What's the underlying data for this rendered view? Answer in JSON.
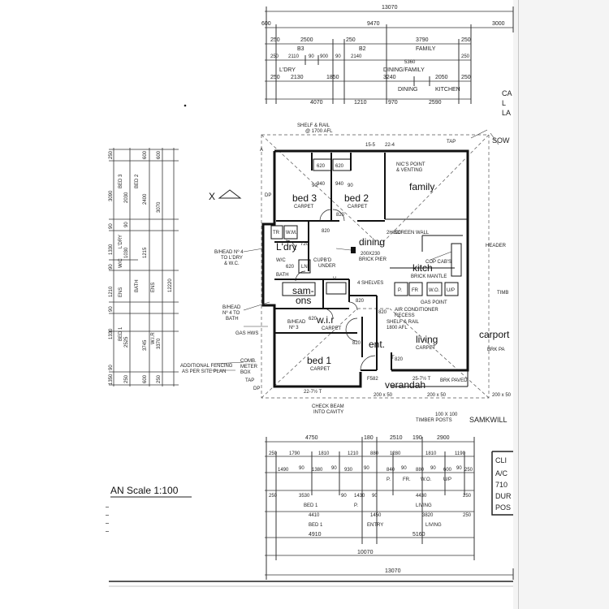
{
  "top_dims": {
    "r1": [
      "13070"
    ],
    "r2": [
      "600",
      "9470",
      "3000"
    ],
    "r3": [
      "250",
      "2500",
      "250",
      "3790",
      "250"
    ],
    "r3b": [
      "B3",
      "B2",
      "FAMILY"
    ],
    "r4": [
      "250",
      "2110",
      "90",
      "900",
      "90",
      "2140",
      "250"
    ],
    "r4b": [
      "5360"
    ],
    "r4c": [
      "L'DRY",
      "DINING/FAMILY"
    ],
    "r5": [
      "250",
      "2130",
      "1850",
      "3240",
      "2050",
      "250"
    ],
    "r5b": [
      "DINING",
      "KITCHEN"
    ],
    "r6": [
      "4070",
      "1210",
      "970",
      "2590"
    ]
  },
  "rooms": {
    "bed3": "bed 3",
    "bed2": "bed 2",
    "family": "family",
    "ldry": "L'dry",
    "dining": "dining",
    "kitch": "kitch",
    "ens": "ens",
    "wir": "w.i.r",
    "ent": "ent.",
    "living": "living",
    "bed1": "bed 1",
    "verandah": "verandah",
    "carport": "carport",
    "bath": "BATH",
    "carpet": "CARPET",
    "wc": "W/C",
    "tr": "TR",
    "wm": "W.M.",
    "ln": "LN",
    "hw": "H/W",
    "sam": "sam-",
    "ons": "ons"
  },
  "notes": {
    "shelf_rail": "SHELF & RAIL",
    "shelf_afl": "@ 1700 AFL",
    "dims_top": "15-5",
    "dim_22_4": "22-4",
    "tap": "TAP",
    "nics": "NIC'S POINT",
    "venting": "& VENTING",
    "screen_wall": "2H SCREEN WALL",
    "pier": "200X230",
    "brick_pier": "BRICK PIER",
    "cop_cabs": "COP CAB'S",
    "brick_mantle": "BRICK MANTLE",
    "shelves": "4 SHELVES",
    "gas_point": "GAS POINT",
    "ac": "AIR CONDITIONER",
    "recess": "RECESS",
    "shelf_rail2": "SHELF & RAIL",
    "shelf_1800": "1800 AFL",
    "cupbd": "CUPB'D",
    "under": "UNDER",
    "bhead4": "B/HEAD Nº 4",
    "to_ldry": "TO L'DRY",
    "wc2": "& W.C.",
    "bhead4b": "B/HEAD",
    "nº4": "Nº 4 TO",
    "bath2": "BATH",
    "bhead3": "B/HEAD",
    "nº3": "Nº 3",
    "gas_hws": "GAS HWS",
    "add_fencing": "ADDITIONAL FENCING",
    "as_per": "AS PER SITE PLAN",
    "comb": "COMB.",
    "meter": "METER",
    "box": "BOX",
    "tap2": "TAP",
    "dim_22_7": "22-7½ T",
    "dim_25_7": "25-7½ T",
    "f582": "F582",
    "s200x50": "200 x 50",
    "s200x50b": "200 x 50",
    "s200x50c": "200 x 50",
    "brk_paved": "BRK PAVED",
    "check_beam": "CHECK BEAM",
    "into_cavity": "INTO CAVITY",
    "s100": "100 X 100",
    "timber": "TIMBER POSTS",
    "dp": "DP",
    "header": "HEADER",
    "timb": "TIMB",
    "brk_pa": "BRK PA",
    "t2": "T",
    "t3": "T",
    "sow": "SOW",
    "samk": "SAMKWILL",
    "a_left": "A",
    "p": "P.",
    "fr": "FR",
    "wo": "W.O.",
    "up": "U/P",
    "v": "V"
  },
  "room_dims": {
    "d620a": "620",
    "d620b": "620",
    "d90a": "90",
    "d940a": "940",
    "d940b": "940",
    "d90b": "90",
    "d820a": "820",
    "d820b": "820",
    "d820c": "820",
    "d820d": "820",
    "d720": "720",
    "d620c": "620",
    "d620d": "620",
    "d820e": "820",
    "d820f": "820",
    "d820g": "820",
    "d20": "20",
    "d820h": "820"
  },
  "left_dims": {
    "col1": [
      "250",
      "3090",
      "90",
      "1330",
      "90",
      "1210",
      "90",
      "1330",
      "90",
      "1350",
      "250"
    ],
    "col2": [
      "2030",
      "90",
      "1030",
      "90",
      "2525",
      "90",
      "1755",
      "250"
    ],
    "col3": [
      "600",
      "2400",
      "90",
      "1215",
      "90",
      "3745",
      "600"
    ],
    "col4": [
      "12220"
    ],
    "col5": [
      "600",
      "3070",
      "3370",
      "250"
    ],
    "labels": [
      "BED 3",
      "BED 2",
      "L'DRY",
      "W/C",
      "ENS",
      "BED 1",
      "BATH",
      "ENS",
      "W.I.R"
    ]
  },
  "bottom_dims": {
    "r1": [
      "4750",
      "180",
      "2510",
      "190",
      "2900"
    ],
    "r2": [
      "250",
      "1790",
      "1810",
      "1210",
      "880",
      "1280",
      "1810",
      "1190"
    ],
    "r3": [
      "1490",
      "90",
      "1380",
      "90",
      "930",
      "90",
      "840",
      "90",
      "880",
      "90",
      "600",
      "90",
      "250"
    ],
    "r3b": [
      "P.",
      "FR.",
      "W.O.",
      "U/P"
    ],
    "r4": [
      "250",
      "3530",
      "90",
      "1430",
      "90",
      "4430",
      "250"
    ],
    "r4b": [
      "BED 1",
      "P.",
      "LIVING"
    ],
    "r5": [
      "4410",
      "1450",
      "3820",
      "250"
    ],
    "r5b": [
      "BED 1",
      "ENTRY",
      "LIVING"
    ],
    "r6": [
      "4910",
      "5160"
    ],
    "r7": [
      "10070"
    ],
    "r8": [
      "13070"
    ]
  },
  "scale_label": "AN Scale 1:100",
  "x_mark": "X",
  "right_cut": {
    "cli": "CLI",
    "a_c": "A/C",
    "n710": "710",
    "dur": "DUR",
    "pos": "POS",
    "ca": "CA",
    "l": "L",
    "la": "LA"
  }
}
